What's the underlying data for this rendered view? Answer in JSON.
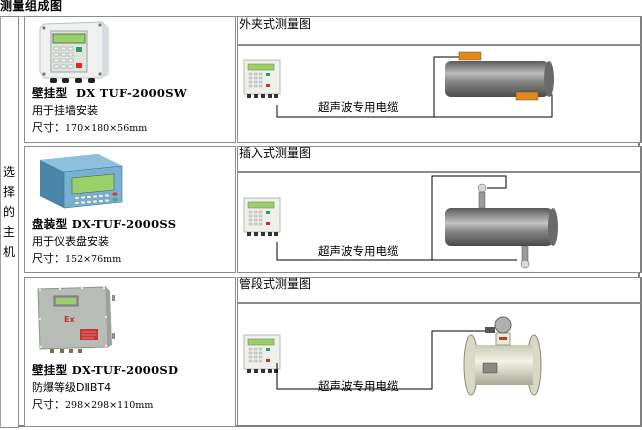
{
  "page": {
    "title": "测量组成图",
    "side_label": [
      "选",
      "择",
      "的",
      "主",
      "机"
    ]
  },
  "devices": [
    {
      "name": "壁挂型  DX TUF-2000SW",
      "usage": "用于挂墙安装",
      "size_label": "尺寸：",
      "size_value": "170×180×56mm",
      "image": "wall-mount-flowmeter"
    },
    {
      "name": "盘装型 DX-TUF-2000SS",
      "usage": "用于仪表盘安装",
      "size_label": "尺寸：",
      "size_value": "152×76mm",
      "image": "panel-mount-flowmeter"
    },
    {
      "name": "壁挂型 DX-TUF-2000SD",
      "usage": "防爆等级DⅡBT4",
      "size_label": "尺寸：",
      "size_value": "298×298×110mm",
      "image": "explosion-proof-flowmeter"
    }
  ],
  "diagrams": [
    {
      "title": "外夹式测量图",
      "cable_label": "超声波专用电缆",
      "type": "clamp-on"
    },
    {
      "title": "插入式测量图",
      "cable_label": "超声波专用电缆",
      "type": "insertion"
    },
    {
      "title": "管段式测量图",
      "cable_label": "超声波专用电缆",
      "type": "spool-piece"
    }
  ],
  "colors": {
    "border": "#8c8c8c",
    "pipe": "#6e6e6e",
    "transducer": "#e08a1e",
    "lcd": "#9ccf6a",
    "panel_blue": "#6fa8c8",
    "ex_label": "#c0392b"
  }
}
